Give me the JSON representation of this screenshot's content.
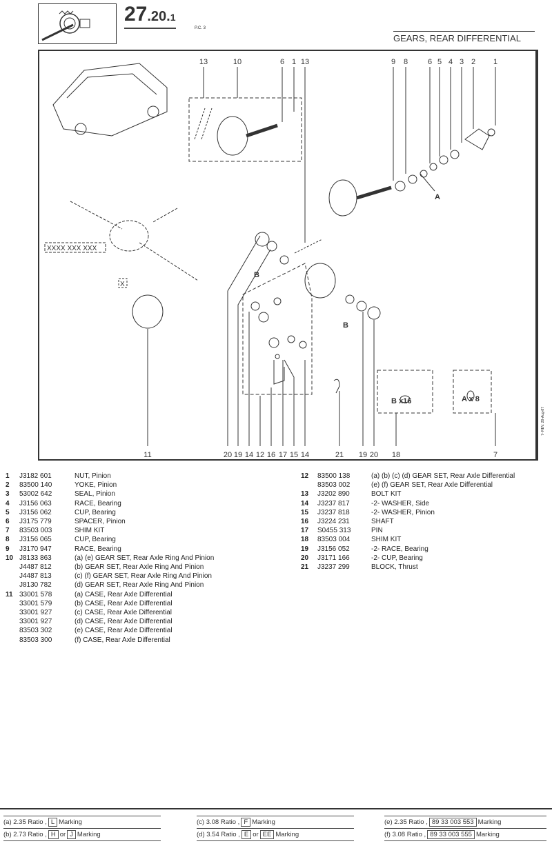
{
  "header": {
    "section_main": "27",
    "section_sub": ".20.",
    "section_page": "1",
    "pc": "P.C. 3",
    "title": "GEARS, REAR DIFFERENTIAL"
  },
  "diagram": {
    "top_callouts": [
      "13",
      "10",
      "6",
      "1",
      "13",
      "9",
      "8",
      "6",
      "5",
      "4",
      "3",
      "2",
      "1"
    ],
    "bottom_callouts": [
      "11",
      "20",
      "19",
      "14",
      "12",
      "16",
      "17",
      "15",
      "14",
      "21",
      "19",
      "20",
      "18",
      "7"
    ],
    "labels": {
      "a": "A",
      "b1": "B",
      "b2": "B",
      "xxxx": "XXXX XXX XXX",
      "x": "X",
      "bx16": "B x16",
      "ax8": "A x 8"
    },
    "revision": "7- REV. 28-Aug-87"
  },
  "parts_left": [
    {
      "no": "1",
      "pn": "J3182 601",
      "desc": "NUT, Pinion"
    },
    {
      "no": "2",
      "pn": "83500 140",
      "desc": "YOKE, Pinion"
    },
    {
      "no": "3",
      "pn": "53002 642",
      "desc": "SEAL, Pinion"
    },
    {
      "no": "4",
      "pn": "J3156 063",
      "desc": "RACE, Bearing"
    },
    {
      "no": "5",
      "pn": "J3156 062",
      "desc": "CUP, Bearing"
    },
    {
      "no": "6",
      "pn": "J3175 779",
      "desc": "SPACER, Pinion"
    },
    {
      "no": "7",
      "pn": "83503 003",
      "desc": "SHIM KIT"
    },
    {
      "no": "8",
      "pn": "J3156 065",
      "desc": "CUP, Bearing"
    },
    {
      "no": "9",
      "pn": "J3170 947",
      "desc": "RACE, Bearing"
    },
    {
      "no": "10",
      "pn": "J8133 863",
      "desc": "(a) (e)   GEAR SET, Rear Axle Ring And Pinion"
    },
    {
      "no": "",
      "pn": "J4487 812",
      "desc": "(b)   GEAR SET, Rear Axle Ring And Pinion"
    },
    {
      "no": "",
      "pn": "J4487 813",
      "desc": "(c) (f)   GEAR SET, Rear Axle Ring And Pinion"
    },
    {
      "no": "",
      "pn": "J8130 782",
      "desc": "(d)   GEAR SET, Rear Axle Ring And Pinion"
    },
    {
      "no": "11",
      "pn": "33001 578",
      "desc": "(a)   CASE, Rear Axle Differential"
    },
    {
      "no": "",
      "pn": "33001 579",
      "desc": "(b)   CASE, Rear Axle Differential"
    },
    {
      "no": "",
      "pn": "33001 927",
      "desc": "(c)   CASE, Rear Axle Differential"
    },
    {
      "no": "",
      "pn": "33001 927",
      "desc": "(d)   CASE, Rear Axle Differential"
    },
    {
      "no": "",
      "pn": "83503 302",
      "desc": "(e)   CASE, Rear Axle Differential"
    },
    {
      "no": "",
      "pn": "83503 300",
      "desc": "(f)   CASE, Rear Axle Differential"
    }
  ],
  "parts_right": [
    {
      "no": "12",
      "pn": "83500 138",
      "desc": "(a) (b) (c) (d)   GEAR SET, Rear Axle Differential"
    },
    {
      "no": "",
      "pn": "83503 002",
      "desc": "(e) (f)   GEAR SET, Rear Axle Differential"
    },
    {
      "no": "13",
      "pn": "J3202 890",
      "desc": "BOLT KIT"
    },
    {
      "no": "14",
      "pn": "J3237 817",
      "desc": "-2- WASHER, Side"
    },
    {
      "no": "15",
      "pn": "J3237 818",
      "desc": "-2- WASHER, Pinion"
    },
    {
      "no": "16",
      "pn": "J3224 231",
      "desc": "SHAFT"
    },
    {
      "no": "17",
      "pn": "S0455 313",
      "desc": "PIN"
    },
    {
      "no": "18",
      "pn": "83503 004",
      "desc": "SHIM KIT"
    },
    {
      "no": "19",
      "pn": "J3156 052",
      "desc": "-2- RACE, Bearing"
    },
    {
      "no": "20",
      "pn": "J3171 166",
      "desc": "-2- CUP, Bearing"
    },
    {
      "no": "21",
      "pn": "J3237 299",
      "desc": "BLOCK, Thrust"
    }
  ],
  "ratios": {
    "a": {
      "prefix": "(a) 2.35 Ratio ,",
      "m1": "L",
      "suffix": "Marking"
    },
    "b": {
      "prefix": "(b) 2.73 Ratio ,",
      "m1": "H",
      "or": "or",
      "m2": "J",
      "suffix": "Marking"
    },
    "c": {
      "prefix": "(c) 3.08 Ratio ,",
      "m1": "F",
      "suffix": "Marking"
    },
    "d": {
      "prefix": "(d) 3.54 Ratio ,",
      "m1": "E",
      "or": "or",
      "m2": "EE",
      "suffix": "Marking"
    },
    "e": {
      "prefix": "(e) 2.35 Ratio ,",
      "m1": "89 33 003 553",
      "suffix": "Marking"
    },
    "f": {
      "prefix": "(f)  3.08 Ratio ,",
      "m1": "89 33 003 555",
      "suffix": "Marking"
    }
  }
}
